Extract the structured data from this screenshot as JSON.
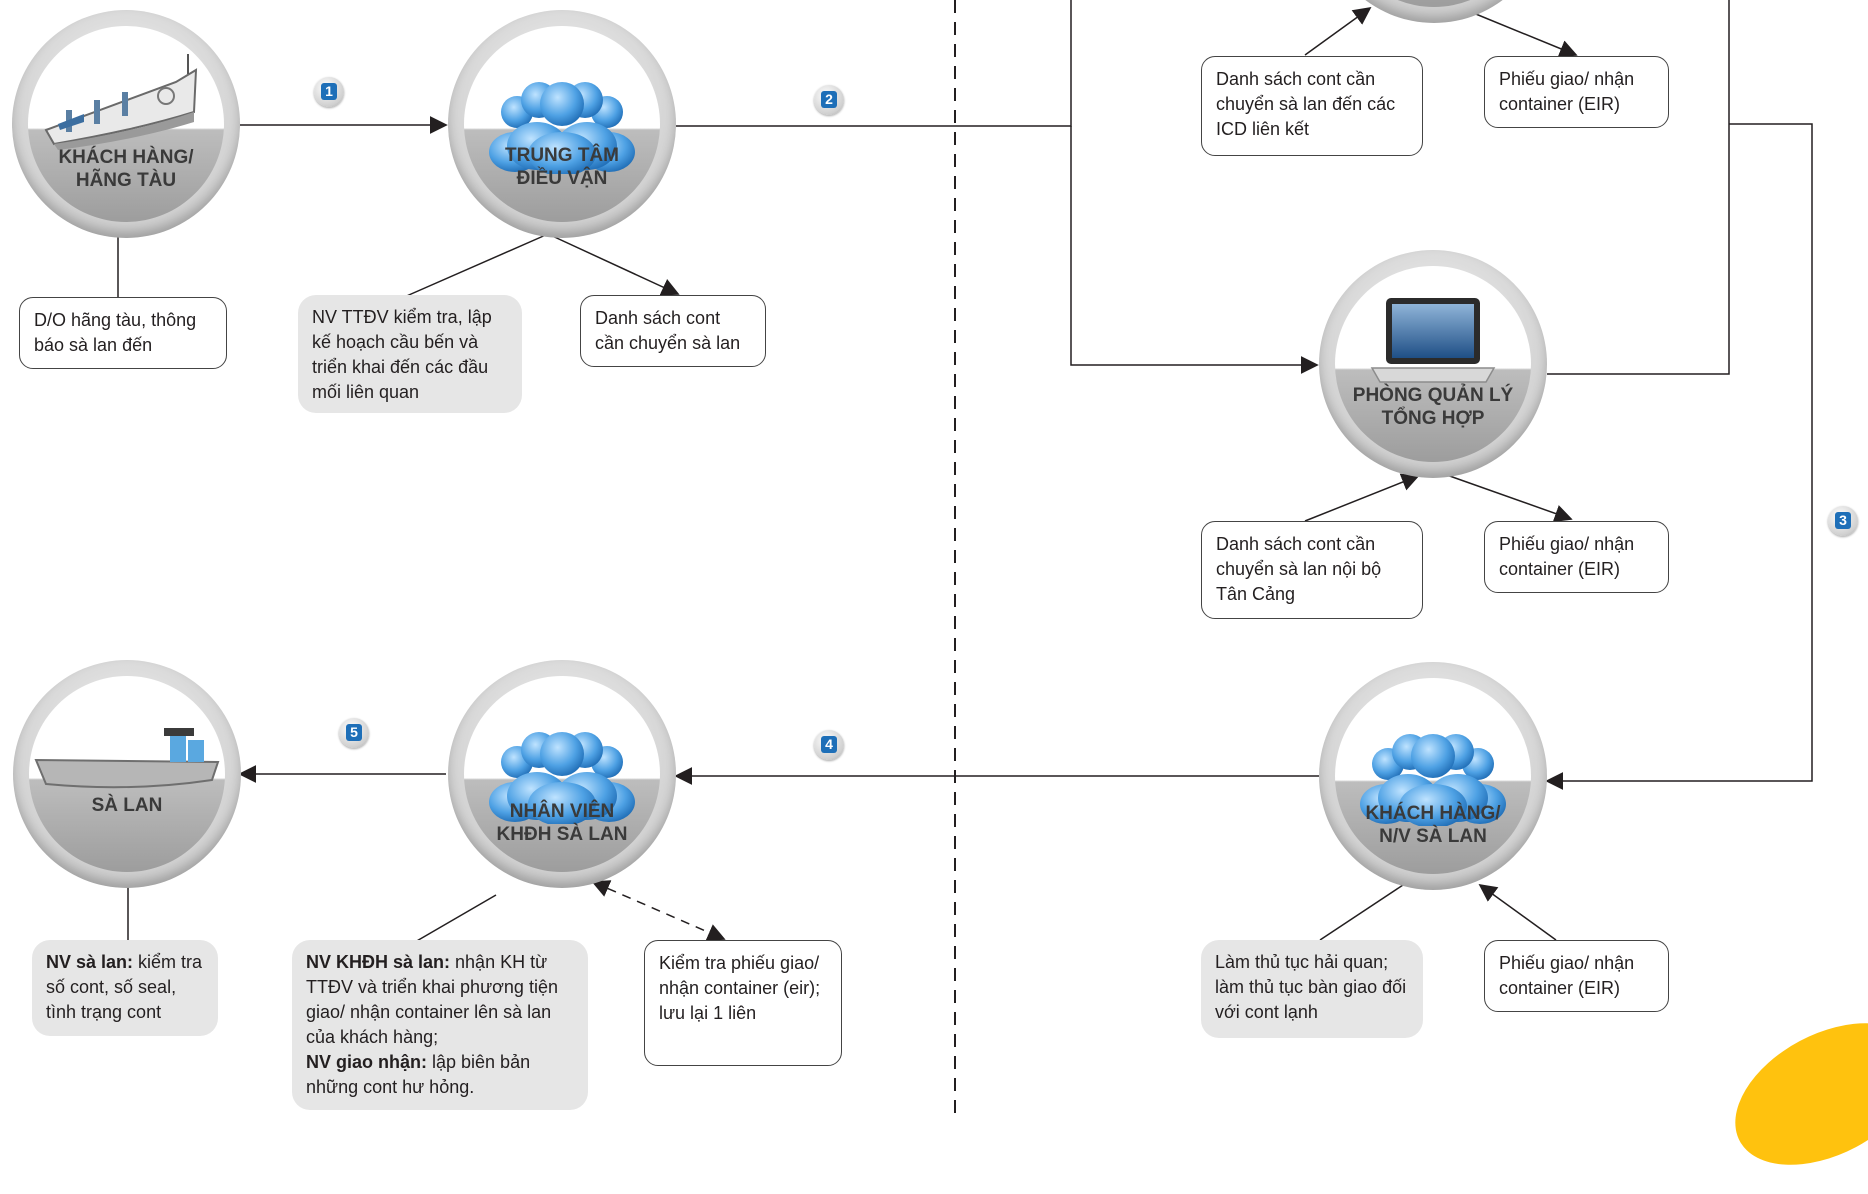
{
  "nodes": {
    "customer_shipping": "KHÁCH HÀNG/\nHÃNG TÀU",
    "dispatch_center": "TRUNG TÂM\nĐIỀU VẬN",
    "general_mgmt": "PHÒNG QUẢN LÝ\nTỔNG HỢP",
    "barge": "SÀ LAN",
    "barge_staff": "NHÂN VIÊN\nKHĐH SÀ LAN",
    "customer_barge": "KHÁCH HÀNG/\nN/V SÀ LAN"
  },
  "steps": [
    "1",
    "2",
    "3",
    "4",
    "5"
  ],
  "notes": {
    "do_notice": "D/O hãng tàu, thông báo sà lan đến",
    "nv_ttdv": "NV TTĐV kiểm tra, lập kế hoạch cầu bến và triển khai đến các đầu mối liên quan",
    "list_cont": "Danh sách cont cần chuyển sà lan",
    "list_icd": "Danh sách cont cần chuyển sà lan đến các ICD liên kết",
    "eir_top": "Phiếu giao/ nhận container (EIR)",
    "list_internal": "Danh sách cont cần chuyển sà lan nội bộ Tân Cảng",
    "eir_mid": "Phiếu giao/ nhận container (EIR)",
    "barge_check_label": "NV sà lan:",
    "barge_check_text": " kiểm tra số cont, số seal, tình trạng cont",
    "khdh_label": "NV KHĐH sà lan:",
    "khdh_text": " nhận KH từ TTĐV và triển khai phương tiện giao/ nhận container lên sà lan của  khách hàng;",
    "giao_nhan_label": "NV giao nhận:",
    "giao_nhan_text": " lập biên bản những cont hư hỏng.",
    "check_eir": "Kiểm tra phiếu giao/ nhận container (eir); lưu lại 1 liên",
    "customs": "Làm thủ tục hải quan; làm thủ tục bàn giao đối với cont lạnh",
    "eir_bottom": "Phiếu giao/ nhận container (EIR)"
  },
  "colors": {
    "accent_blue": "#1e6fb8",
    "swoosh_yellow": "#ffc20e"
  }
}
